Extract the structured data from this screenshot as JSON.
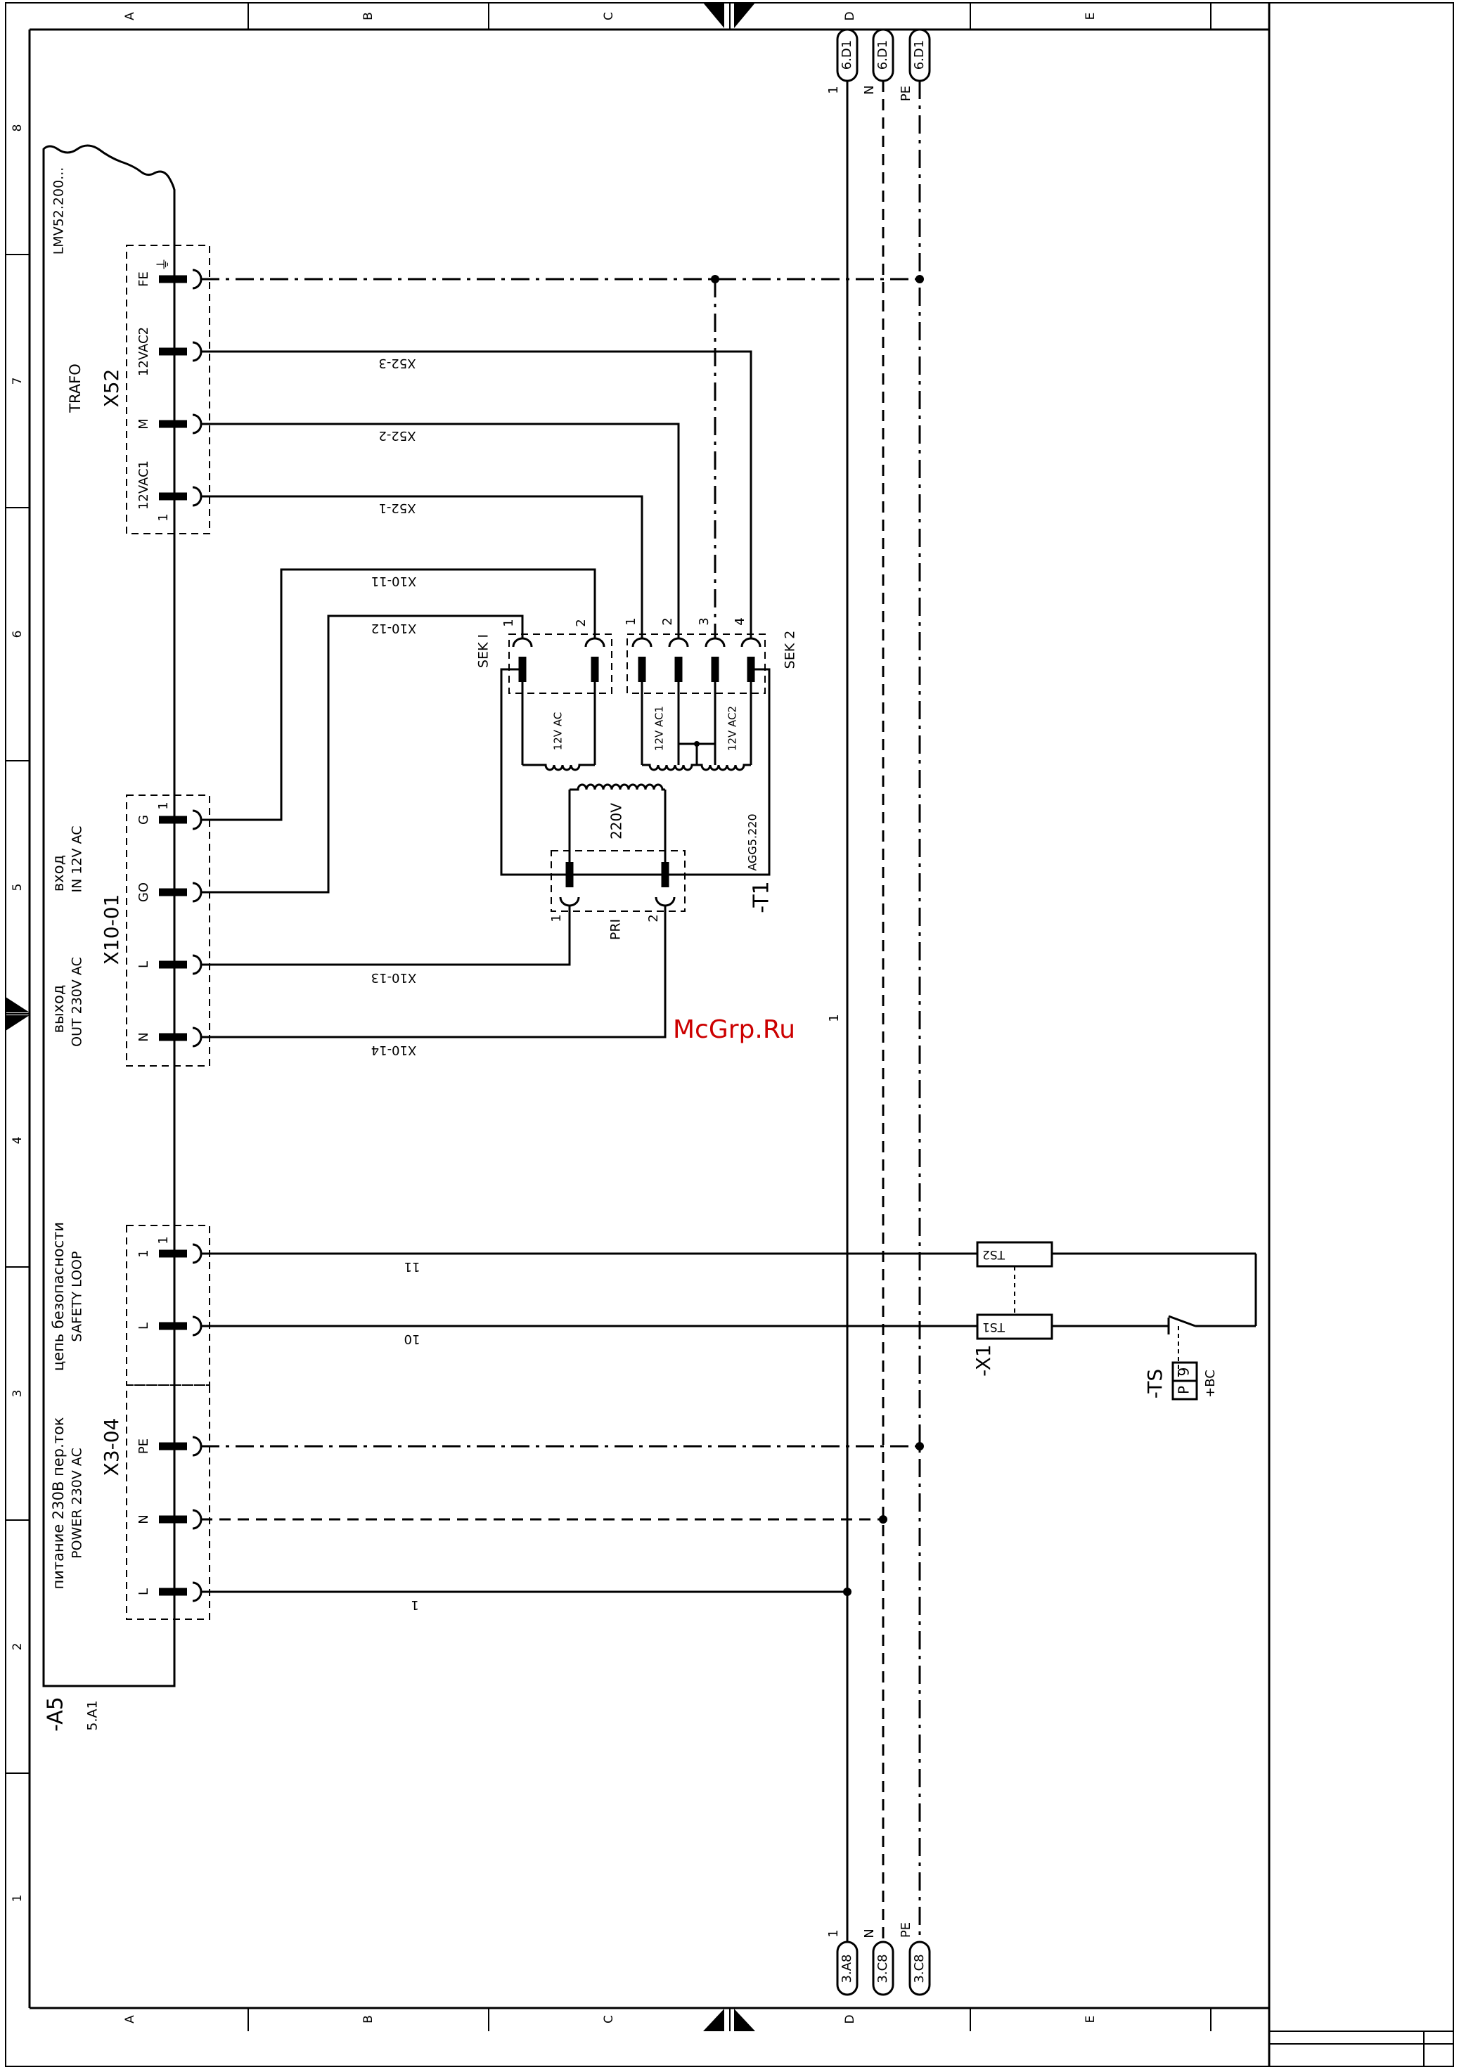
{
  "frame": {
    "columns": [
      "A",
      "B",
      "C",
      "D",
      "E"
    ],
    "rows": [
      "1",
      "2",
      "3",
      "4",
      "5",
      "6",
      "7",
      "8"
    ]
  },
  "bus": {
    "top": [
      {
        "name": "1",
        "ref": "6.D1"
      },
      {
        "name": "N",
        "ref": "6.D1"
      },
      {
        "name": "PE",
        "ref": "6.D1"
      }
    ],
    "bottom": [
      {
        "name": "1",
        "ref": "3.A8"
      },
      {
        "name": "N",
        "ref": "3.C8"
      },
      {
        "name": "PE",
        "ref": "3.C8"
      }
    ],
    "mid_label": "1"
  },
  "module": {
    "id": "-A5",
    "ref": "5.A1",
    "type": "LMV52.200..."
  },
  "x52": {
    "id": "X52",
    "group": "TRAFO",
    "pins": [
      {
        "label": "FE",
        "num": "⏚",
        "wire": ""
      },
      {
        "label": "12VAC2",
        "num": "",
        "wire": "X52-3"
      },
      {
        "label": "M",
        "num": "",
        "wire": "X52-2"
      },
      {
        "label": "12VAC1",
        "num": "1",
        "wire": "X52-1"
      }
    ]
  },
  "x10": {
    "id": "X10-01",
    "in_ru": "вход",
    "in_en": "IN 12V AC",
    "out_ru": "выход",
    "out_en": "OUT 230V AC",
    "pins": [
      {
        "label": "G",
        "num": "1",
        "wire": "X10-11"
      },
      {
        "label": "GO",
        "num": "",
        "wire": "X10-12"
      },
      {
        "label": "L",
        "num": "",
        "wire": "X10-13"
      },
      {
        "label": "N",
        "num": "",
        "wire": "X10-14"
      }
    ]
  },
  "safety": {
    "ru": "цепь безопасности",
    "en": "SAFETY LOOP",
    "pins": [
      {
        "label": "1",
        "num": "1",
        "wire": "11"
      },
      {
        "label": "L",
        "num": "",
        "wire": "10"
      }
    ]
  },
  "x3": {
    "id": "X3-04",
    "ru": "питание 230В пер.ток",
    "en": "POWER 230V AC",
    "pins": [
      {
        "label": "PE",
        "wire": ""
      },
      {
        "label": "N",
        "wire": ""
      },
      {
        "label": "L",
        "wire": "1"
      }
    ]
  },
  "transformer": {
    "id": "-T1",
    "model": "AGG5.220",
    "pri": "PRI",
    "pri_voltage": "220V",
    "pri_pins": [
      "1",
      "2"
    ],
    "sek1": "SEK I",
    "sek1_pins": [
      "1",
      "2"
    ],
    "sek1_voltage": "12V AC",
    "sek2": "SEK 2",
    "sek2_pins": [
      "1",
      "2",
      "3",
      "4"
    ],
    "sek2_v1": "12V AC1",
    "sek2_v2": "12V AC2"
  },
  "terminal_x1": {
    "id": "-X1",
    "t1": "TS1",
    "t2": "TS2"
  },
  "switch_ts": {
    "id": "-TS",
    "symbol": "P",
    "num": "9",
    "loc": "+BC"
  },
  "watermark": "McGrp.Ru"
}
